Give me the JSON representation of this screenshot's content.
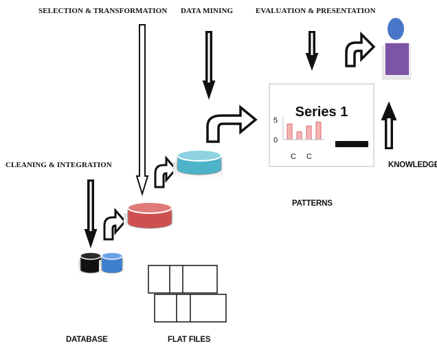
{
  "labels": {
    "selection": "SELECTION & TRANSFORMATION",
    "mining": "DATA MINING",
    "evaluation": "EVALUATION & PRESENTATION",
    "cleaning": "CLEANING & INTEGRATION",
    "knowledge": "KNOWLEDGE",
    "patterns": "PATTERNS",
    "database": "DATABASE",
    "flat_files": "FLAT FILES"
  },
  "colors": {
    "cylinder_black": "#111111",
    "cylinder_blue": "#3f7fcf",
    "cylinder_red": "#cf4f4f",
    "cylinder_teal": "#4cb3c9",
    "person_head": "#4a76c9",
    "person_body": "#7d54a6",
    "chart_bar": "#f7b3b3",
    "chart_bar_edge": "#d96a6a"
  },
  "chart_data": {
    "type": "bar",
    "title": "Series 1",
    "yticks": [
      0,
      5
    ],
    "ylim": [
      0,
      6
    ],
    "values": [
      4,
      2,
      3.5,
      4.5
    ],
    "xtick_labels": [
      "С",
      "С"
    ]
  }
}
